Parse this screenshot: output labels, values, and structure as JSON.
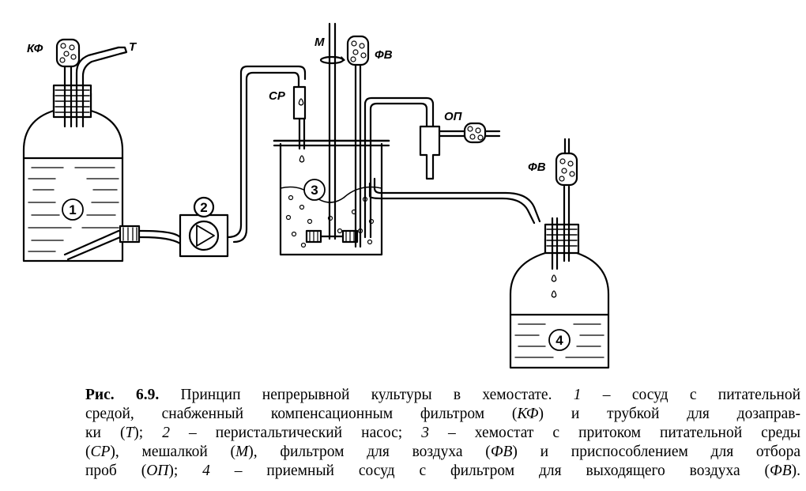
{
  "diagram": {
    "labels": {
      "kf": "КФ",
      "t": "Т",
      "m": "М",
      "fv_top": "ФВ",
      "sr": "СР",
      "op": "ОП",
      "fv_right": "ФВ"
    },
    "vessels": {
      "n1": "1",
      "n2": "2",
      "n3": "3",
      "n4": "4"
    }
  },
  "caption": {
    "lines": [
      "<b>Рис. 6.9.</b> Принцип непрерывной культуры в хемостате. <i>1</i> – сосуд с питательной",
      "средой, снабженный компенсационным фильтром (<i>КФ</i>) и трубкой для дозаправ-",
      "ки (<i>Т</i>); <i>2</i> – перистальтический насос; <i>3</i> – хемостат с притоком питательной среды",
      "(<i>СР</i>), мешалкой (<i>М</i>), фильтром для воздуха (<i>ФВ</i>) и приспособлением для отбора",
      "проб (<i>ОП</i>); <i>4</i> – приемный сосуд с фильтром для выходящего воздуха (<i>ФВ</i>)."
    ]
  }
}
